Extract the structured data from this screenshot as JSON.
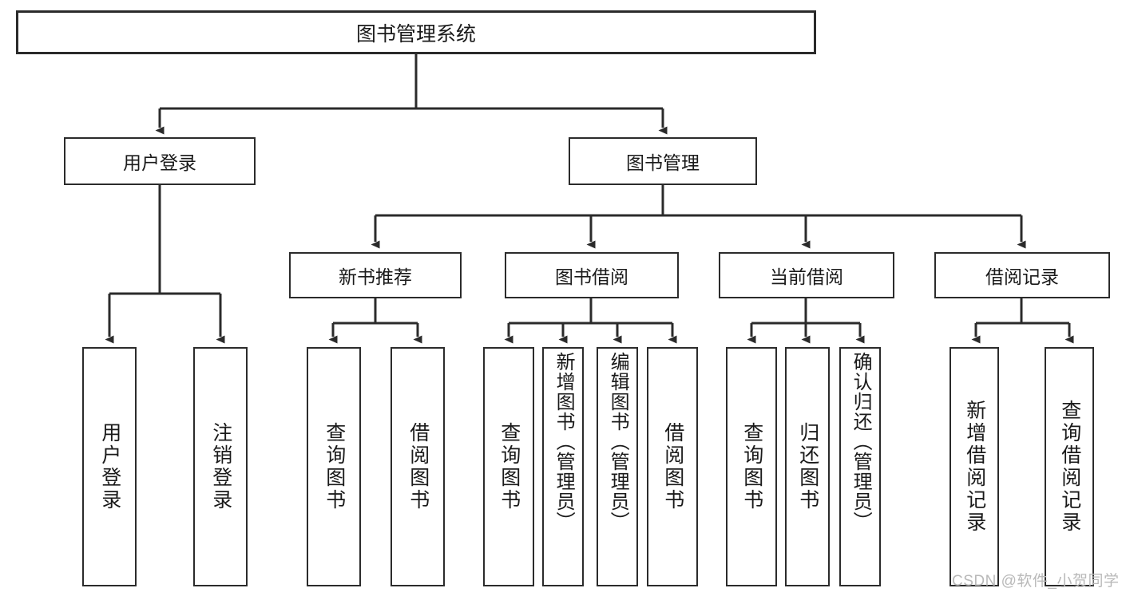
{
  "diagram": {
    "title": "图书管理系统",
    "type": "功能结构图",
    "root": {
      "label": "图书管理系统"
    },
    "level1": [
      {
        "label": "用户登录"
      },
      {
        "label": "图书管理"
      }
    ],
    "level2": [
      {
        "label": "新书推荐",
        "parent": "图书管理"
      },
      {
        "label": "图书借阅",
        "parent": "图书管理"
      },
      {
        "label": "当前借阅",
        "parent": "图书管理"
      },
      {
        "label": "借阅记录",
        "parent": "图书管理"
      }
    ],
    "leaves": [
      {
        "label": "用户登录",
        "parent": "用户登录"
      },
      {
        "label": "注销登录",
        "parent": "用户登录"
      },
      {
        "label": "查询图书",
        "parent": "新书推荐"
      },
      {
        "label": "借阅图书",
        "parent": "新书推荐"
      },
      {
        "label": "查询图书",
        "parent": "图书借阅"
      },
      {
        "label": "新增图书（管理员）",
        "parent": "图书借阅"
      },
      {
        "label": "编辑图书（管理员）",
        "parent": "图书借阅"
      },
      {
        "label": "借阅图书",
        "parent": "图书借阅"
      },
      {
        "label": "查询图书",
        "parent": "当前借阅"
      },
      {
        "label": "归还图书",
        "parent": "当前借阅"
      },
      {
        "label": "确认归还（管理员）",
        "parent": "当前借阅"
      },
      {
        "label": "新增借阅记录",
        "parent": "借阅记录"
      },
      {
        "label": "查询借阅记录",
        "parent": "借阅记录"
      }
    ],
    "watermark": "CSDN @软件_小贺同学",
    "colors": {
      "stroke": "#2b2b2b",
      "background": "#ffffff",
      "text": "#1a1a1a",
      "watermark": "#b9b9b9"
    }
  }
}
